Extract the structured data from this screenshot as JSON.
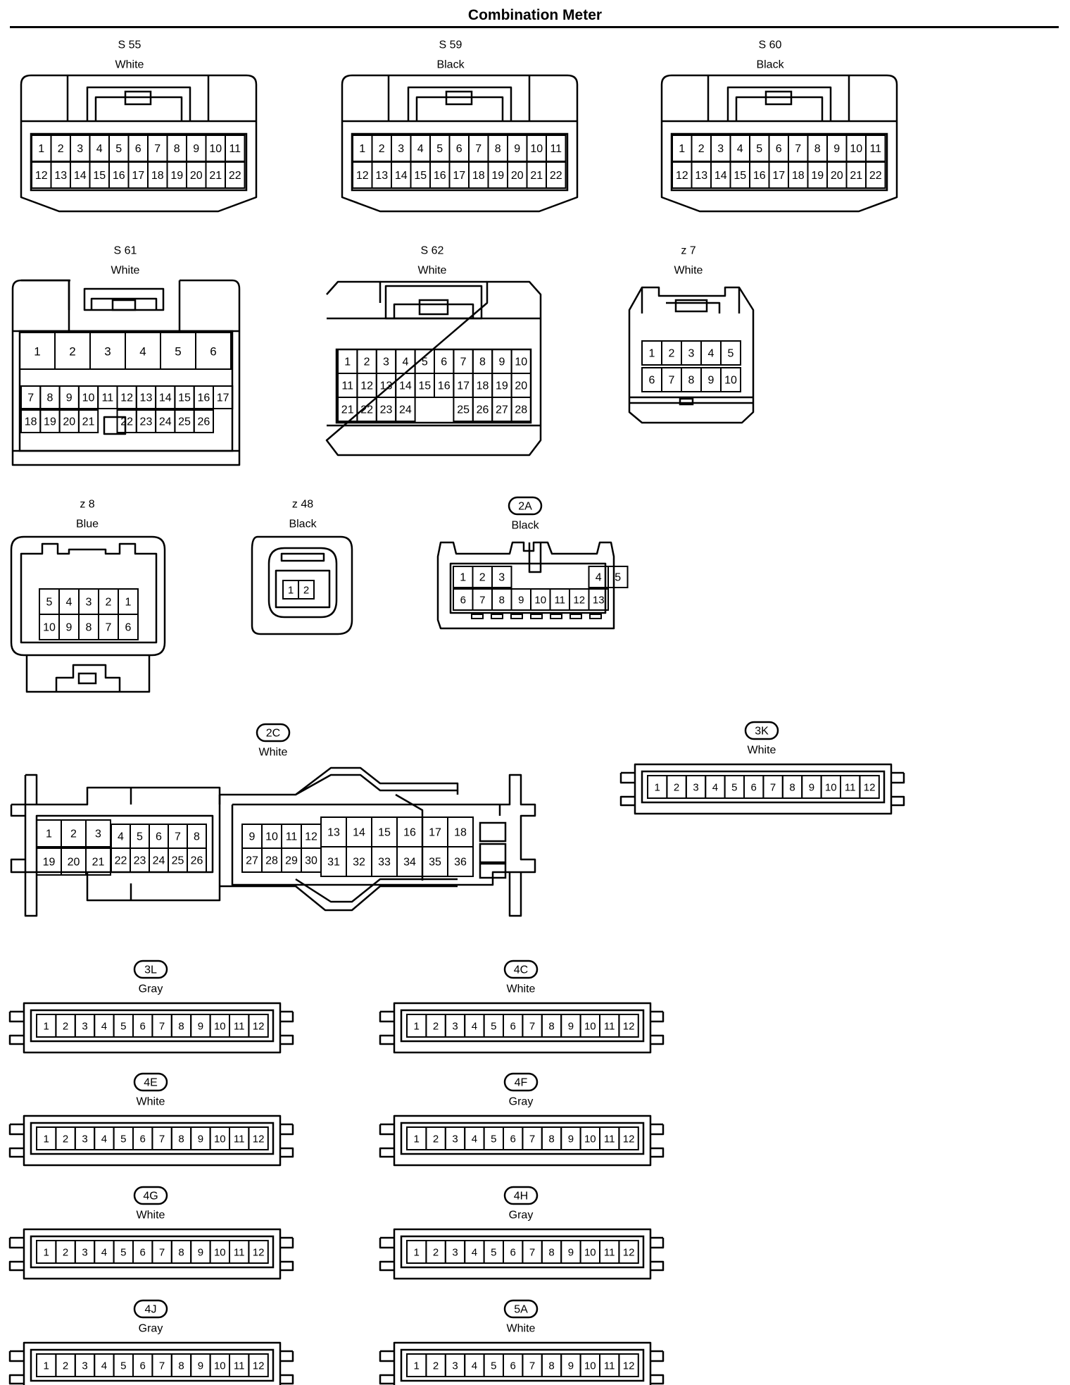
{
  "title": "Combination Meter",
  "connectors": {
    "s55": {
      "id": "S 55",
      "color": "White"
    },
    "s59": {
      "id": "S 59",
      "color": "Black"
    },
    "s60": {
      "id": "S 60",
      "color": "Black"
    },
    "s61": {
      "id": "S 61",
      "color": "White"
    },
    "s62": {
      "id": "S 62",
      "color": "White"
    },
    "z7": {
      "id": "z 7",
      "color": "White"
    },
    "z8": {
      "id": "z 8",
      "color": "Blue"
    },
    "z48": {
      "id": "z 48",
      "color": "Black"
    },
    "c2A": {
      "id": "2A",
      "color": "Black"
    },
    "c2C": {
      "id": "2C",
      "color": "White"
    },
    "c3K": {
      "id": "3K",
      "color": "White"
    },
    "c3L": {
      "id": "3L",
      "color": "Gray"
    },
    "c4C": {
      "id": "4C",
      "color": "White"
    },
    "c4E": {
      "id": "4E",
      "color": "White"
    },
    "c4F": {
      "id": "4F",
      "color": "Gray"
    },
    "c4G": {
      "id": "4G",
      "color": "White"
    },
    "c4H": {
      "id": "4H",
      "color": "Gray"
    },
    "c4J": {
      "id": "4J",
      "color": "Gray"
    },
    "c5A": {
      "id": "5A",
      "color": "White"
    }
  },
  "pinouts": {
    "s55": [
      [
        "1",
        "2",
        "3",
        "4",
        "5",
        "6",
        "7",
        "8",
        "9",
        "10",
        "11"
      ],
      [
        "12",
        "13",
        "14",
        "15",
        "16",
        "17",
        "18",
        "19",
        "20",
        "21",
        "22"
      ]
    ],
    "s59": [
      [
        "1",
        "2",
        "3",
        "4",
        "5",
        "6",
        "7",
        "8",
        "9",
        "10",
        "11"
      ],
      [
        "12",
        "13",
        "14",
        "15",
        "16",
        "17",
        "18",
        "19",
        "20",
        "21",
        "22"
      ]
    ],
    "s60": [
      [
        "1",
        "2",
        "3",
        "4",
        "5",
        "6",
        "7",
        "8",
        "9",
        "10",
        "11"
      ],
      [
        "12",
        "13",
        "14",
        "15",
        "16",
        "17",
        "18",
        "19",
        "20",
        "21",
        "22"
      ]
    ],
    "s61": [
      [
        "1",
        "2",
        "3",
        "4",
        "5",
        "6"
      ],
      [
        "7",
        "8",
        "9",
        "10",
        "11",
        "12",
        "13",
        "14",
        "15",
        "16",
        "17"
      ],
      [
        "18",
        "19",
        "20",
        "21",
        "",
        "22",
        "23",
        "24",
        "25",
        "26"
      ]
    ],
    "s62": [
      [
        "1",
        "2",
        "3",
        "4",
        "5",
        "6",
        "7",
        "8",
        "9",
        "10"
      ],
      [
        "11",
        "12",
        "13",
        "14",
        "15",
        "16",
        "17",
        "18",
        "19",
        "20"
      ],
      [
        "21",
        "22",
        "23",
        "24",
        "",
        "",
        "25",
        "26",
        "27",
        "28"
      ]
    ],
    "z7": [
      [
        "1",
        "2",
        "3",
        "4",
        "5"
      ],
      [
        "6",
        "7",
        "8",
        "9",
        "10"
      ]
    ],
    "z8": [
      [
        "5",
        "4",
        "3",
        "2",
        "1"
      ],
      [
        "10",
        "9",
        "8",
        "7",
        "6"
      ]
    ],
    "z48": [
      [
        "1",
        "2"
      ]
    ],
    "c2A": [
      [
        "1",
        "2",
        "3",
        "",
        "",
        "",
        "",
        "4",
        "5"
      ],
      [
        "6",
        "7",
        "8",
        "9",
        "10",
        "11",
        "12",
        "13"
      ]
    ],
    "c2C": [
      [
        "1",
        "2",
        "3",
        "4",
        "5",
        "6",
        "7",
        "8",
        "9",
        "10",
        "11",
        "12",
        "13",
        "14",
        "15",
        "16",
        "17",
        "18"
      ],
      [
        "19",
        "20",
        "21",
        "22",
        "23",
        "24",
        "25",
        "26",
        "27",
        "28",
        "29",
        "30",
        "31",
        "32",
        "33",
        "34",
        "35",
        "36"
      ]
    ],
    "strip12": [
      "1",
      "2",
      "3",
      "4",
      "5",
      "6",
      "7",
      "8",
      "9",
      "10",
      "11",
      "12"
    ]
  }
}
